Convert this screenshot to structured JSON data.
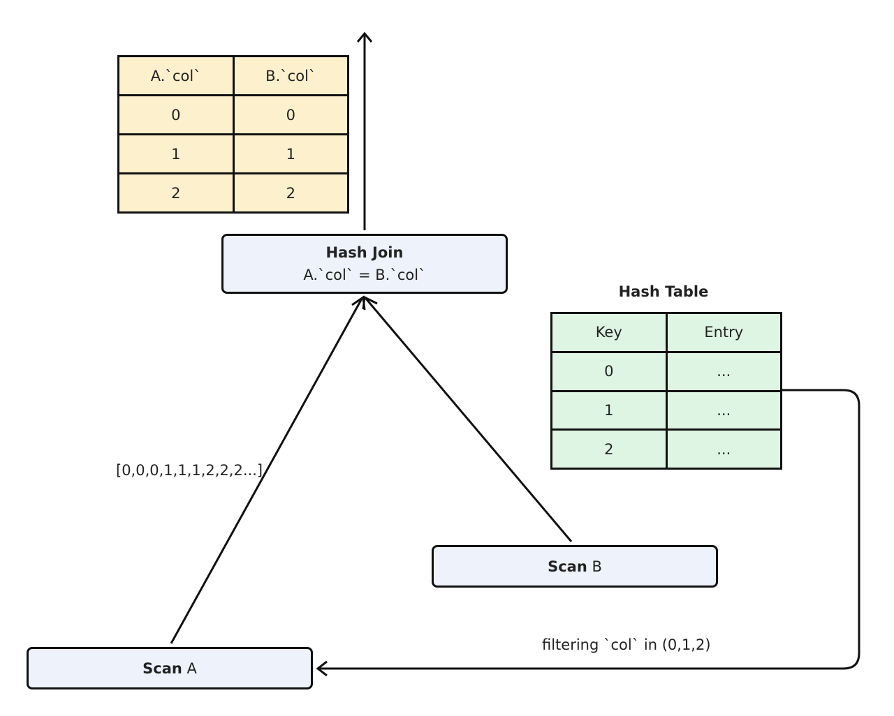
{
  "result_table": {
    "headers": [
      "A.`col`",
      "B.`col`"
    ],
    "rows": [
      [
        "0",
        "0"
      ],
      [
        "1",
        "1"
      ],
      [
        "2",
        "2"
      ]
    ]
  },
  "hash_join": {
    "title": "Hash Join",
    "condition": "A.`col` = B.`col`"
  },
  "hash_table": {
    "title": "Hash Table",
    "headers": [
      "Key",
      "Entry"
    ],
    "rows": [
      [
        "0",
        "..."
      ],
      [
        "1",
        "..."
      ],
      [
        "2",
        "..."
      ]
    ]
  },
  "scan_b": {
    "bold": "Scan",
    "rest": " B"
  },
  "scan_a": {
    "bold": "Scan",
    "rest": " A"
  },
  "stream_label": "[0,0,0,1,1,1,2,2,2...]",
  "filter_label": "filtering `col` in (0,1,2)",
  "colors": {
    "result_fill": "#fdf0cc",
    "hash_fill": "#dff5e3",
    "node_fill": "#eef3fb",
    "stroke": "#111111"
  }
}
